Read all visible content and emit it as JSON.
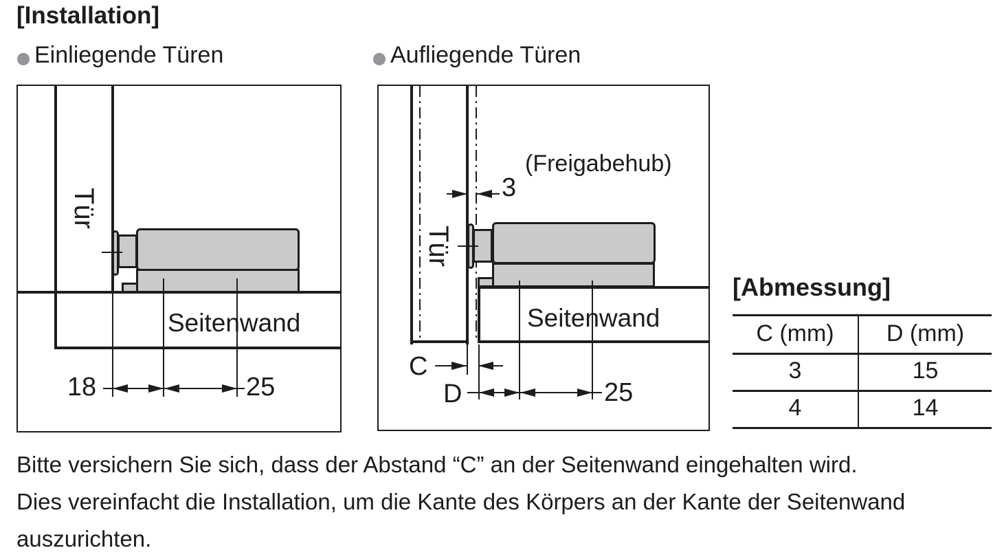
{
  "page": {
    "title": "[Installation]"
  },
  "sections": {
    "inset": {
      "heading": "Einliegende Türen"
    },
    "overlay": {
      "heading": "Aufliegende Türen"
    }
  },
  "diagrams": {
    "inset": {
      "door_label": "Tür",
      "wall_label": "Seitenwand",
      "dim_edge_to_hole": "18",
      "dim_hole_pitch": "25"
    },
    "overlay": {
      "door_label": "Tür",
      "wall_label": "Seitenwand",
      "release_stroke_note": "(Freigabehub)",
      "dim_release_stroke": "3",
      "dim_c_label": "C",
      "dim_d_label": "D",
      "dim_hole_pitch": "25"
    }
  },
  "table": {
    "title": "[Abmessung]",
    "columns": [
      "C (mm)",
      "D (mm)"
    ],
    "rows": [
      [
        "3",
        "15"
      ],
      [
        "4",
        "14"
      ]
    ]
  },
  "note": {
    "line1": "Bitte versichern Sie sich, dass der Abstand “C” an der Seitenwand eingehalten wird.",
    "line2": "Dies vereinfacht die Installation, um die Kante des Körpers an der Kante der Seitenwand",
    "line3": "auszurichten."
  },
  "colors": {
    "line": "#1d1d1b",
    "part_fill": "#c8cacb",
    "bullet": "#939598",
    "background": "#ffffff"
  }
}
